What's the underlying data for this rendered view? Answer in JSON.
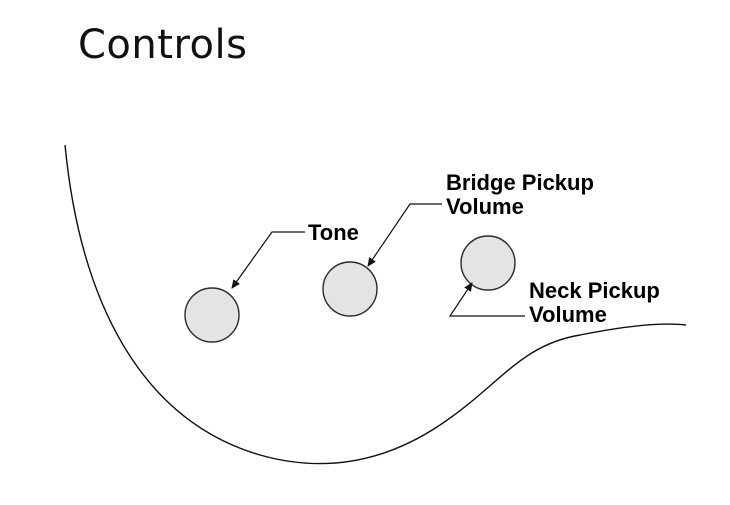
{
  "header": {
    "title": "Controls"
  },
  "diagram": {
    "colors": {
      "knob_fill": "#e4e4e4",
      "outline": "#111111"
    },
    "controls": [
      {
        "id": "tone",
        "label_lines": [
          "Tone"
        ]
      },
      {
        "id": "bridge-pickup-volume",
        "label_lines": [
          "Bridge Pickup",
          "Volume"
        ]
      },
      {
        "id": "neck-pickup-volume",
        "label_lines": [
          "Neck Pickup",
          "Volume"
        ]
      }
    ]
  }
}
